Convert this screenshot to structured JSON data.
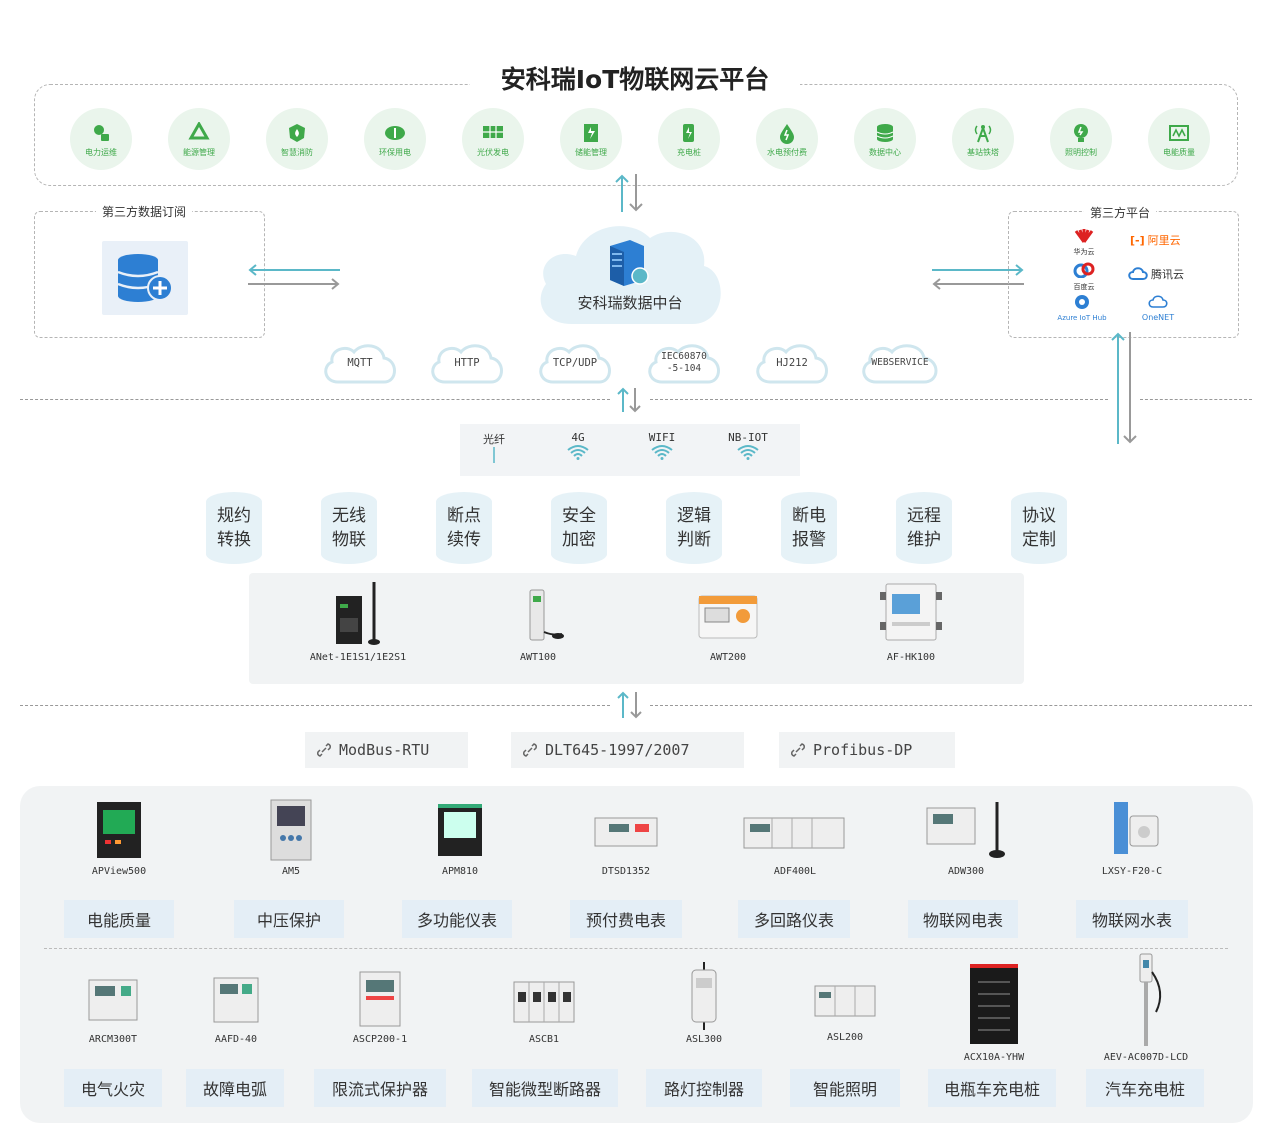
{
  "platform": {
    "title": "安科瑞IoT物联网云平台",
    "apps": [
      {
        "label": "电力运维",
        "icon": "power-maintenance-icon"
      },
      {
        "label": "能源管理",
        "icon": "energy-management-icon"
      },
      {
        "label": "智慧消防",
        "icon": "smart-fire-icon"
      },
      {
        "label": "环保用电",
        "icon": "eco-power-icon"
      },
      {
        "label": "光伏发电",
        "icon": "solar-panel-icon"
      },
      {
        "label": "储能管理",
        "icon": "storage-icon"
      },
      {
        "label": "充电桩",
        "icon": "charger-icon"
      },
      {
        "label": "水电预付费",
        "icon": "water-power-prepay-icon"
      },
      {
        "label": "数据中心",
        "icon": "database-icon"
      },
      {
        "label": "基站铁塔",
        "icon": "tower-icon"
      },
      {
        "label": "照明控制",
        "icon": "lighting-icon"
      },
      {
        "label": "电能质量",
        "icon": "power-quality-icon"
      }
    ]
  },
  "third_party_data": {
    "title": "第三方数据订阅"
  },
  "data_center": {
    "label": "安科瑞数据中台"
  },
  "third_party_platform": {
    "title": "第三方平台",
    "vendors": [
      "华为云",
      "阿里云",
      "百度云",
      "腾讯云",
      "Azure IoT Hub",
      "OneNET"
    ]
  },
  "protocols": [
    "MQTT",
    "HTTP",
    "TCP/UDP",
    "IEC60870\n-5-104",
    "HJ212",
    "WEBSERVICE"
  ],
  "networks": [
    "光纤",
    "4G",
    "WIFI",
    "NB-IOT"
  ],
  "features": [
    [
      "规约",
      "转换"
    ],
    [
      "无线",
      "物联"
    ],
    [
      "断点",
      "续传"
    ],
    [
      "安全",
      "加密"
    ],
    [
      "逻辑",
      "判断"
    ],
    [
      "断电",
      "报警"
    ],
    [
      "远程",
      "维护"
    ],
    [
      "协议",
      "定制"
    ]
  ],
  "gateways": [
    "ANet-1E1S1/1E2S1",
    "AWT100",
    "AWT200",
    "AF-HK100"
  ],
  "buses": [
    "ModBus-RTU",
    "DLT645-1997/2007",
    "Profibus-DP"
  ],
  "devices_row1": [
    {
      "model": "APView500",
      "category": "电能质量"
    },
    {
      "model": "AM5",
      "category": "中压保护"
    },
    {
      "model": "APM810",
      "category": "多功能仪表"
    },
    {
      "model": "DTSD1352",
      "category": "预付费电表"
    },
    {
      "model": "ADF400L",
      "category": "多回路仪表"
    },
    {
      "model": "ADW300",
      "category": "物联网电表"
    },
    {
      "model": "LXSY-F20-C",
      "category": "物联网水表"
    }
  ],
  "devices_row2": [
    {
      "model": "ARCM300T",
      "category": "电气火灾"
    },
    {
      "model": "AAFD-40",
      "category": "故障电弧"
    },
    {
      "model": "ASCP200-1",
      "category": "限流式保护器"
    },
    {
      "model": "ASCB1",
      "category": "智能微型断路器"
    },
    {
      "model": "ASL300",
      "category": "路灯控制器"
    },
    {
      "model": "ASL200",
      "category": "智能照明"
    },
    {
      "model": "ACX10A-YHW",
      "category": "电瓶车充电桩"
    },
    {
      "model": "AEV-AC007D-LCD",
      "category": "汽车充电桩"
    }
  ],
  "colors": {
    "green": "#3fa94a",
    "teal": "#5bb8c8",
    "blue": "#2d7fd3",
    "gray": "#999999"
  }
}
